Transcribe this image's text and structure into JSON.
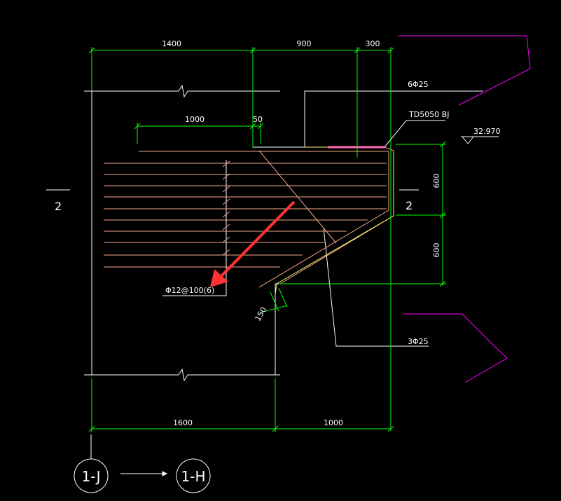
{
  "colors": {
    "background": "#000000",
    "outline": "#ffffff",
    "dimension": "#00ff00",
    "rebar": "#f4a98a",
    "pink_bar": "#ff69b4",
    "yellow_line": "#ffff66",
    "magenta": "#ff00ff",
    "arrow": "#ff3333"
  },
  "dimensions": {
    "top": [
      "1400",
      "900",
      "300"
    ],
    "inner_top": [
      "1000",
      "50"
    ],
    "bottom": [
      "1600",
      "1000"
    ],
    "right": [
      "600",
      "600"
    ],
    "chamfer": "150"
  },
  "labels": {
    "top_bars": "6Φ25",
    "embedded_plate": "TD5050 BJ",
    "elevation": "32.970",
    "stirrups": "Φ12@100(6)",
    "bottom_bars": "3Φ25",
    "section_left": "2",
    "section_right": "2"
  },
  "axes": {
    "from": "1-J",
    "to": "1-H"
  }
}
